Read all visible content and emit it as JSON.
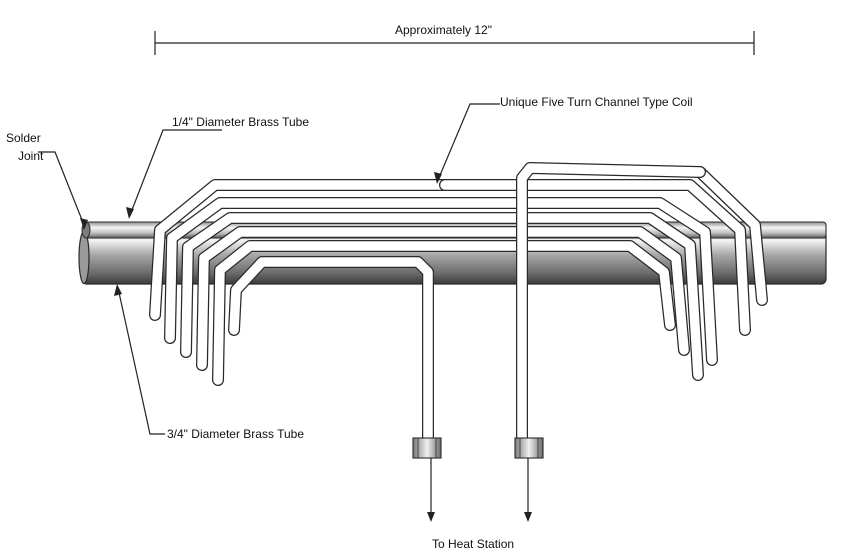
{
  "labels": {
    "length": "Approximately 12\"",
    "coil": "Unique Five Turn Channel Type Coil",
    "small_tube": "1/4\" Diameter Brass Tube",
    "solder_line1": "Solder",
    "solder_line2": "Joint",
    "large_tube": "3/4\" Diameter Brass Tube",
    "heat_station": "To Heat Station"
  },
  "colors": {
    "ink": "#222222",
    "tube_light": "#e6e6e6",
    "tube_mid": "#9a9a9a",
    "tube_dark": "#3c3c3c"
  }
}
